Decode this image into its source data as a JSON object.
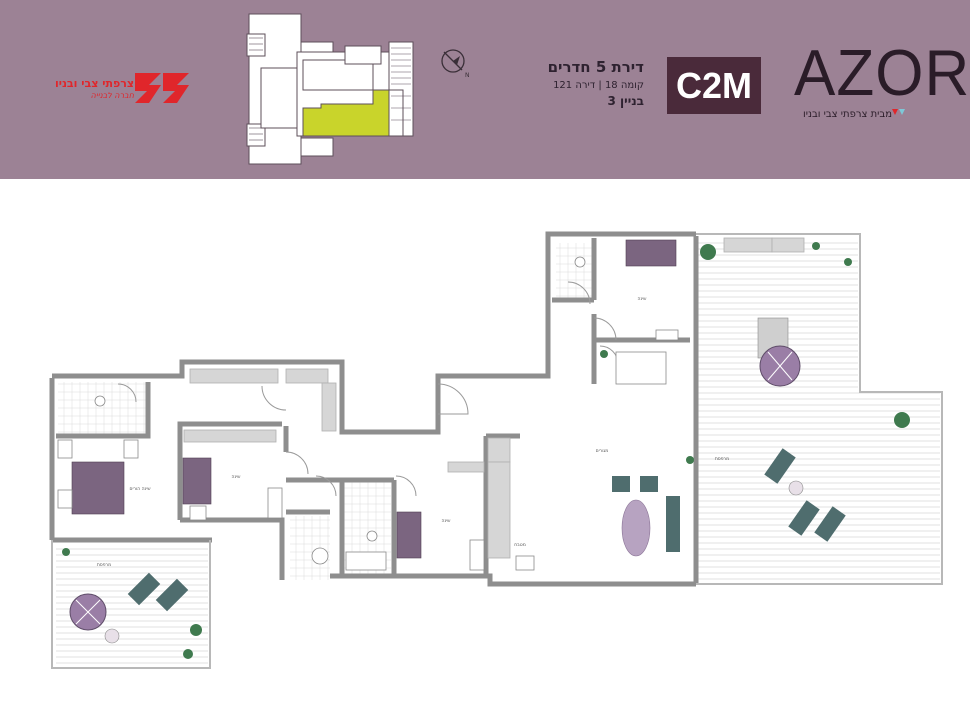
{
  "colors": {
    "header_bg": "#9c8295",
    "dark_badge": "#4a2a3a",
    "brand_red": "#e0262b",
    "highlight": "#c9d42b",
    "wall": "#8e8e8e",
    "furniture_purple": "#7b6580",
    "furniture_teal": "#4f6d6e"
  },
  "developer_logo": {
    "name": "צרפתי צבי ובניו",
    "tagline": "חברה לבנייה"
  },
  "apartment": {
    "title": "דירת 5 חדרים",
    "details": "קומה 18 | דירה 121",
    "building": "בניין 3"
  },
  "unit_code": "C2M",
  "project": {
    "name": "AZOR",
    "subtitle": "מבית צרפתי צבי ובניו"
  },
  "compass_label": "N",
  "rooms": {
    "master_bedroom": "שינה הורים",
    "bedroom_2": "שינה",
    "bedroom_3": "שינה",
    "bedroom_4": "שינה",
    "living": "מגורים",
    "kitchen": "מטבח",
    "terrace_main": "מרפסת",
    "terrace_small": "מרפסת"
  }
}
